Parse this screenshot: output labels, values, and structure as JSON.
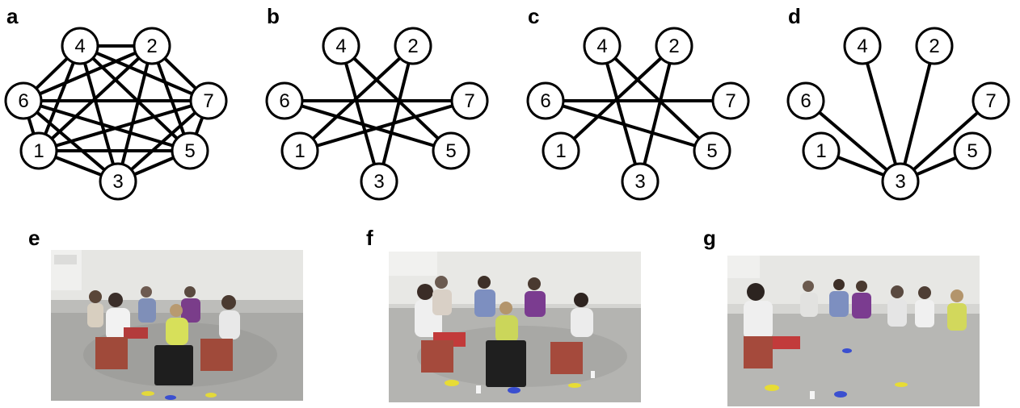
{
  "panels": [
    {
      "letter": "a",
      "node_labels": [
        "1",
        "2",
        "3",
        "4",
        "5",
        "6",
        "7"
      ],
      "edges": [
        [
          "1",
          "2"
        ],
        [
          "1",
          "3"
        ],
        [
          "1",
          "4"
        ],
        [
          "1",
          "5"
        ],
        [
          "1",
          "6"
        ],
        [
          "1",
          "7"
        ],
        [
          "2",
          "3"
        ],
        [
          "2",
          "4"
        ],
        [
          "2",
          "5"
        ],
        [
          "2",
          "6"
        ],
        [
          "2",
          "7"
        ],
        [
          "3",
          "4"
        ],
        [
          "3",
          "5"
        ],
        [
          "3",
          "6"
        ],
        [
          "3",
          "7"
        ],
        [
          "4",
          "5"
        ],
        [
          "4",
          "6"
        ],
        [
          "4",
          "7"
        ],
        [
          "5",
          "6"
        ],
        [
          "5",
          "7"
        ],
        [
          "6",
          "7"
        ]
      ]
    },
    {
      "letter": "b",
      "node_labels": [
        "1",
        "2",
        "3",
        "4",
        "5",
        "6",
        "7"
      ],
      "edges": [
        [
          "6",
          "7"
        ],
        [
          "4",
          "3"
        ],
        [
          "4",
          "5"
        ],
        [
          "2",
          "1"
        ],
        [
          "2",
          "3"
        ],
        [
          "6",
          "5"
        ],
        [
          "1",
          "7"
        ]
      ]
    },
    {
      "letter": "c",
      "node_labels": [
        "1",
        "2",
        "3",
        "4",
        "5",
        "6",
        "7"
      ],
      "edges": [
        [
          "6",
          "7"
        ],
        [
          "4",
          "3"
        ],
        [
          "4",
          "5"
        ],
        [
          "2",
          "1"
        ],
        [
          "2",
          "3"
        ],
        [
          "6",
          "5"
        ]
      ]
    },
    {
      "letter": "d",
      "node_labels": [
        "1",
        "2",
        "3",
        "4",
        "5",
        "6",
        "7"
      ],
      "edges": [
        [
          "3",
          "1"
        ],
        [
          "3",
          "2"
        ],
        [
          "3",
          "4"
        ],
        [
          "3",
          "5"
        ],
        [
          "3",
          "6"
        ],
        [
          "3",
          "7"
        ]
      ]
    }
  ],
  "photos": [
    {
      "letter": "e",
      "scene": "seated-circle"
    },
    {
      "letter": "f",
      "scene": "seated-circle"
    },
    {
      "letter": "g",
      "scene": "seated-row"
    }
  ]
}
